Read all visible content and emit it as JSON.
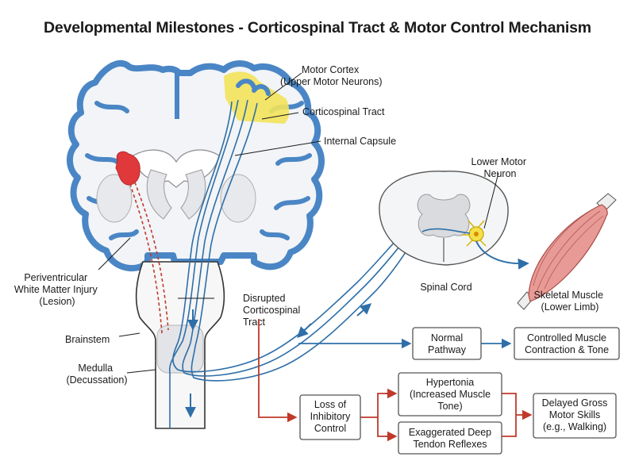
{
  "title": "Developmental Milestones - Corticospinal Tract & Motor Control Mechanism",
  "labels": {
    "motor_cortex": [
      "Motor Cortex",
      "(Upper Motor Neurons)"
    ],
    "corticospinal_tract": "Corticospinal Tract",
    "internal_capsule": "Internal Capsule",
    "lower_motor_neuron": [
      "Lower Motor",
      "Neuron"
    ],
    "spinal_cord": "Spinal Cord",
    "skeletal_muscle": [
      "Skeletal Muscle",
      "(Lower Limb)"
    ],
    "pvwmi": [
      "Periventricular",
      "White Matter Injury",
      "(Lesion)"
    ],
    "disrupted_tract": [
      "Disrupted",
      "Corticospinal",
      "Tract"
    ],
    "brainstem": "Brainstem",
    "medulla": [
      "Medulla",
      "(Decussation)"
    ]
  },
  "boxes": {
    "normal_pathway": [
      "Normal",
      "Pathway"
    ],
    "controlled_contraction": [
      "Controlled Muscle",
      "Contraction & Tone"
    ],
    "loss_of_inhibitory": [
      "Loss of",
      "Inhibitory",
      "Control"
    ],
    "hypertonia": [
      "Hypertonia",
      "(Increased Muscle",
      "Tone)"
    ],
    "exaggerated_reflexes": [
      "Exaggerated Deep",
      "Tendon Reflexes"
    ],
    "delayed_gross_motor": [
      "Delayed Gross",
      "Motor Skills",
      "(e.g., Walking)"
    ]
  },
  "colors": {
    "brain_outline": "#4a86c5",
    "tract": "#2f6fa8",
    "lesion": "#e0393b",
    "motor_cortex_highlight": "#f2e35a",
    "muscle": "#e89a96",
    "disrupted_path": "#c0392b",
    "neuron": "#f6e04a"
  }
}
